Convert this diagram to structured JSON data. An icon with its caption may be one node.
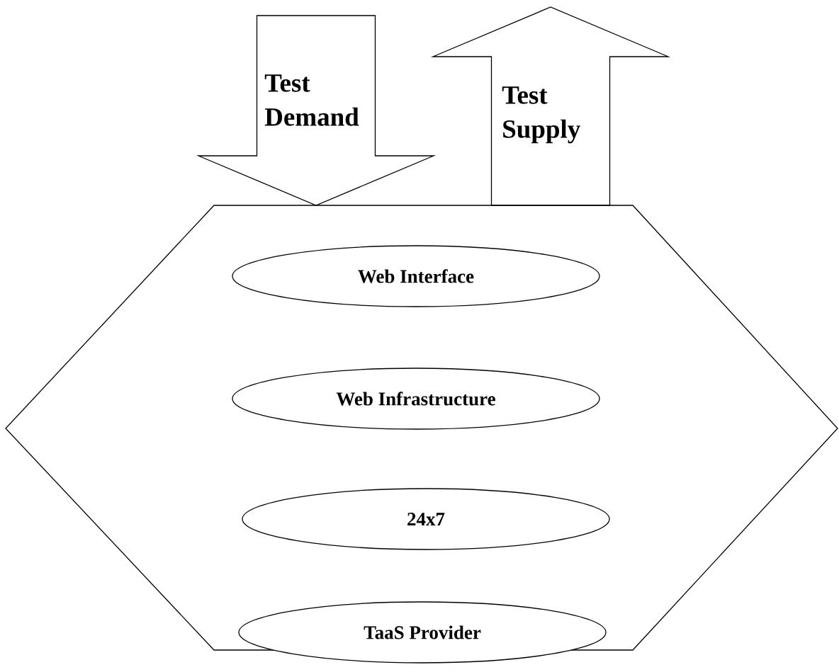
{
  "diagram": {
    "nodes": [
      {
        "text": [
          "Test Demand"
        ]
      },
      {
        "text": [
          "Test Supply"
        ]
      },
      {
        "text": [],
        "shape": "hexagon"
      },
      {
        "text": [
          "Web Interface"
        ],
        "in": 2
      },
      {
        "text": [
          "Web Infrastructure"
        ],
        "in": 2
      },
      {
        "text": [
          "24x7"
        ],
        "in": 2
      },
      {
        "text": [
          "TaaS Provider"
        ]
      }
    ]
  }
}
